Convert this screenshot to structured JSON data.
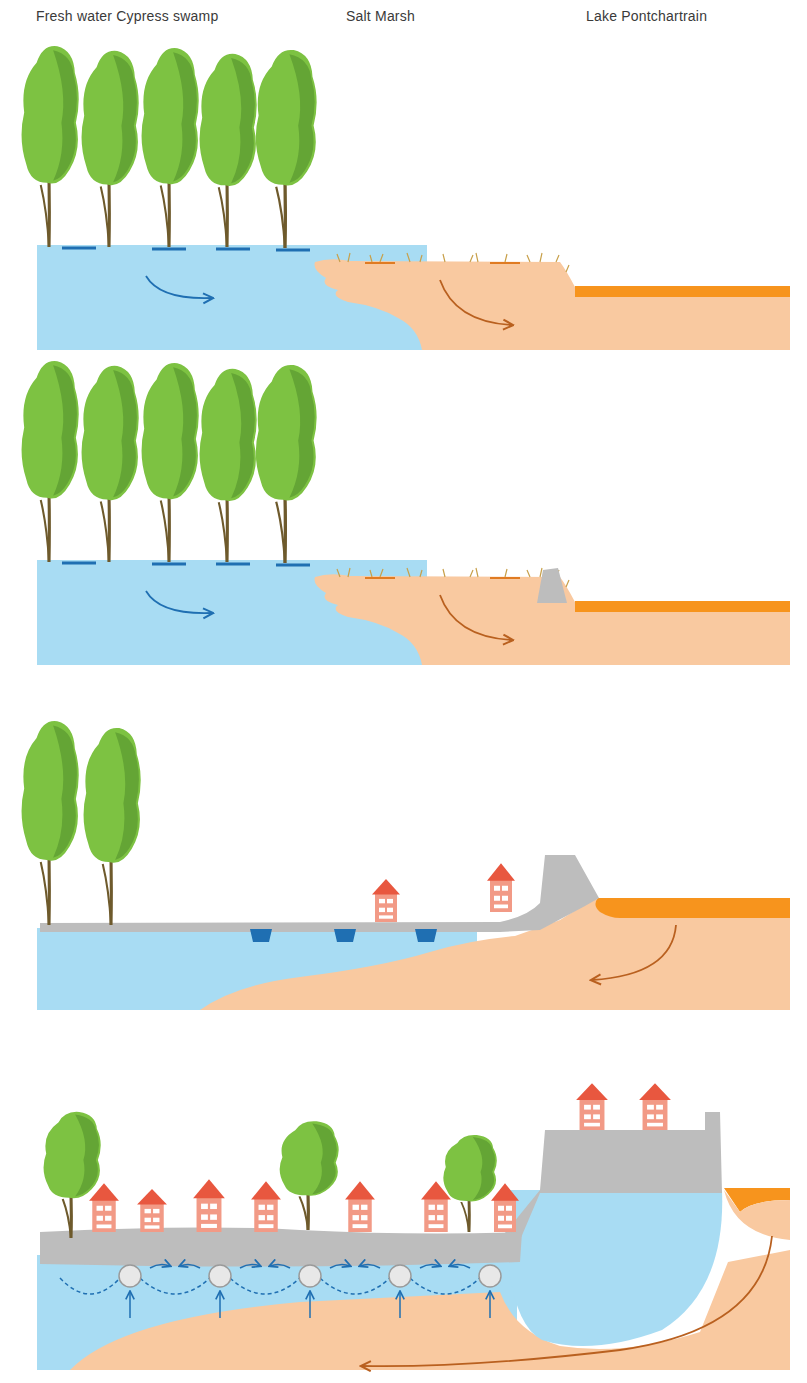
{
  "diagram": {
    "labels": [
      "Fresh water Cypress swamp",
      "Salt Marsh",
      "Lake Pontchartrain"
    ]
  }
}
